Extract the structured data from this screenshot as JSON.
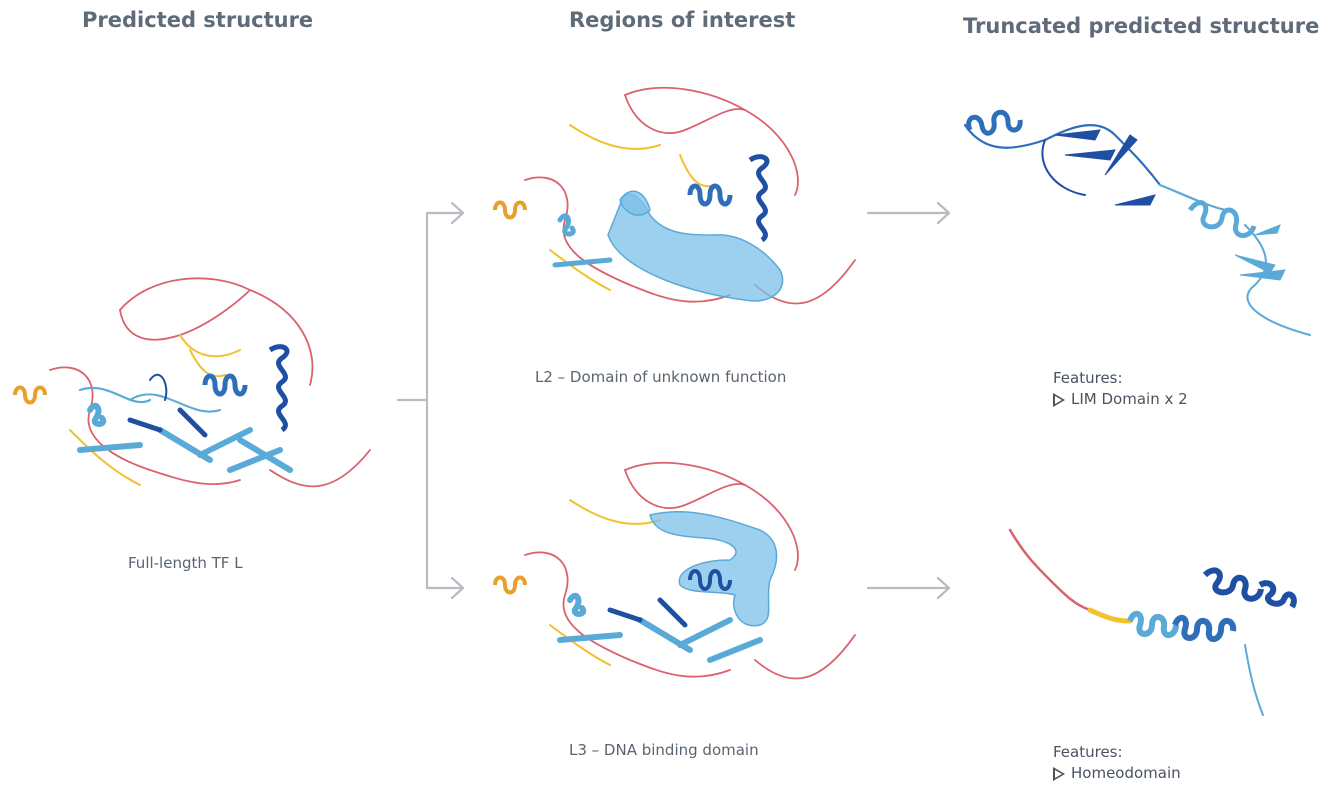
{
  "titles": {
    "predicted": "Predicted structure",
    "regions": "Regions of interest",
    "truncated": "Truncated predicted structure"
  },
  "captions": {
    "full_length": "Full-length TF L",
    "l2": "L2 – Domain of unknown function",
    "l3": "L3 – DNA binding domain"
  },
  "features": {
    "label": "Features:",
    "top_item": "LIM Domain x 2",
    "bottom_item": "Homeodomain"
  },
  "colors": {
    "very_high_confidence": "#1f4fa3",
    "confident": "#5aaad8",
    "low_confidence": "#f2c12e",
    "very_low_confidence": "#d9626e",
    "highlight": "#7cc0e8",
    "arrow": "#b7bcc2"
  }
}
